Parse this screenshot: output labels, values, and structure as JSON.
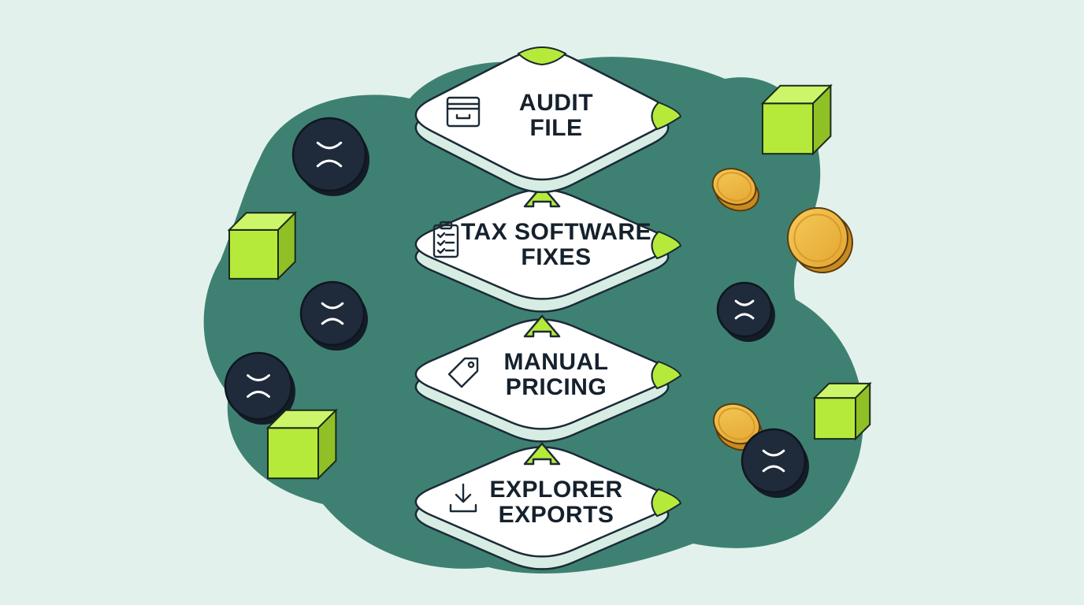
{
  "colors": {
    "background": "#e3f1ec",
    "blob": "#3e8172",
    "panel": "#ffffff",
    "panel_side": "#d7ece3",
    "outline": "#1b2a36",
    "accent_lime": "#b6ea3a",
    "accent_lime_dark": "#8fc026",
    "coin_gold": "#efb83f",
    "token_dark": "#1f2a3a",
    "text": "#15212c"
  },
  "steps": [
    {
      "icon": "archive-box-icon",
      "lines": [
        "AUDIT",
        "FILE"
      ]
    },
    {
      "icon": "clipboard-checklist-icon",
      "lines": [
        "TAX SOFTWARE",
        "FIXES"
      ]
    },
    {
      "icon": "price-tag-icon",
      "lines": [
        "MANUAL",
        "PRICING"
      ]
    },
    {
      "icon": "download-icon",
      "lines": [
        "EXPLORER",
        "EXPORTS"
      ]
    }
  ],
  "decorations": {
    "token_icon": "xrp-token-icon",
    "cube_icon": "green-cube-icon",
    "coin_icon": "gold-coin-icon"
  }
}
